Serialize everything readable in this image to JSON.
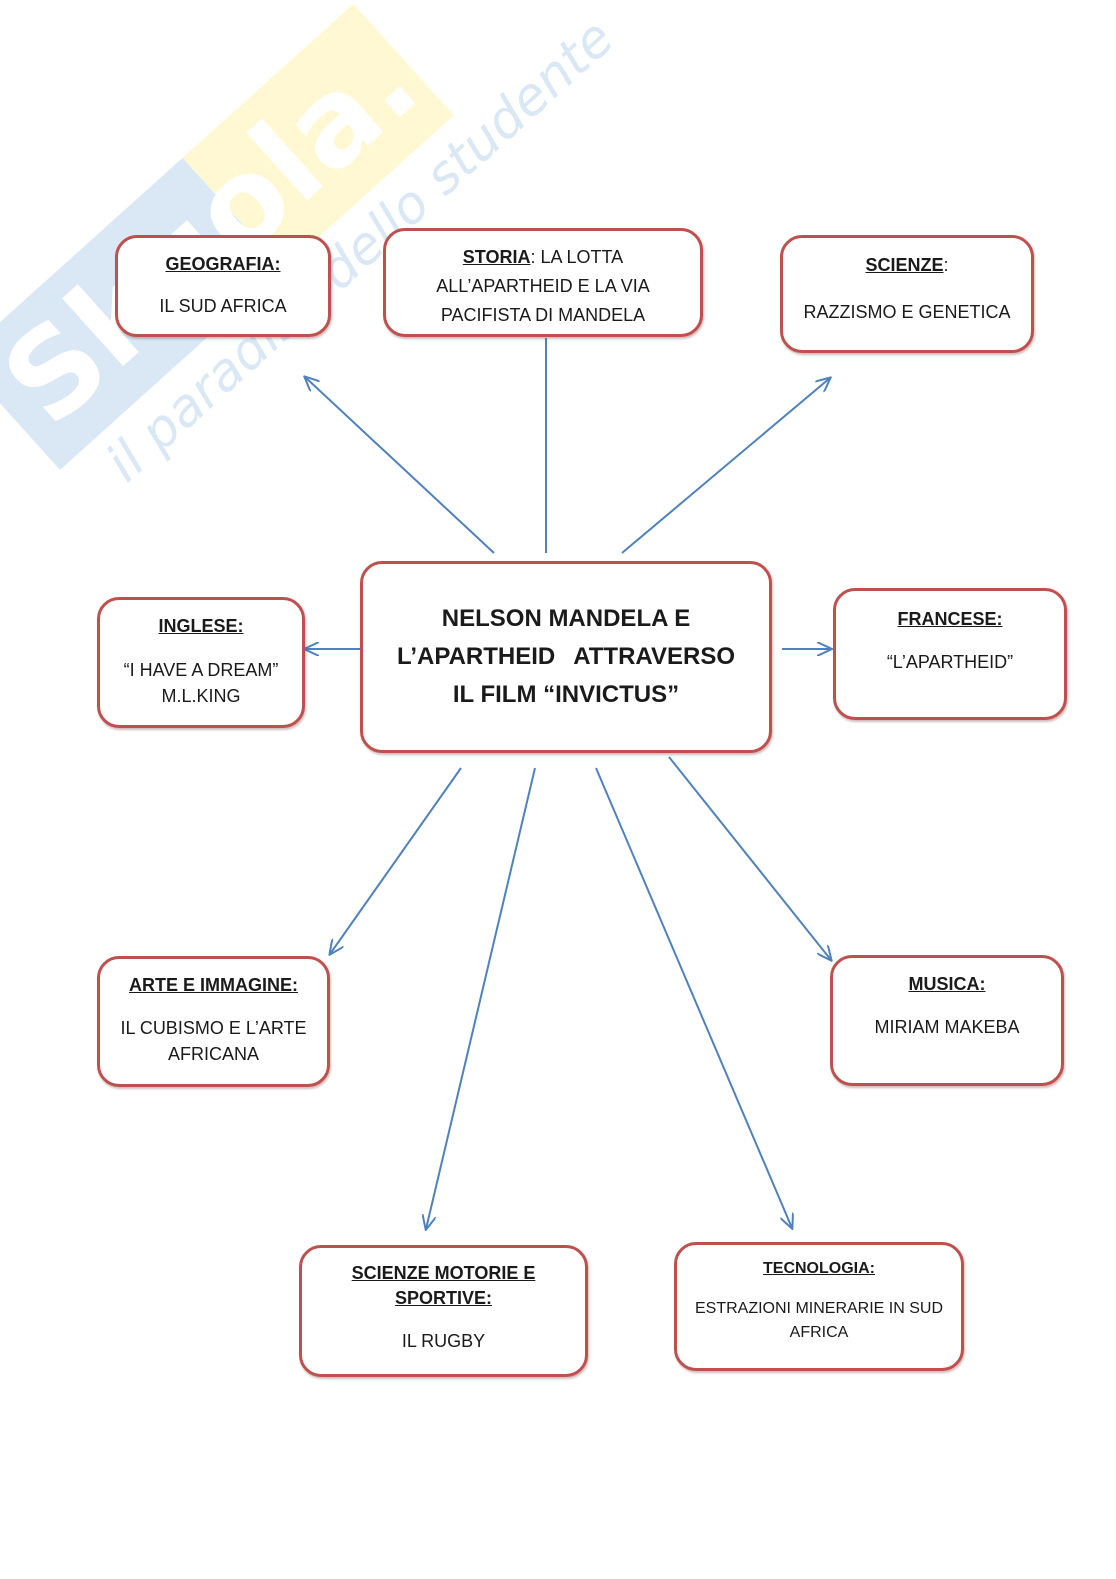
{
  "watermark": {
    "brand": "Skuola.net",
    "tagline": "il paradiso dello studente"
  },
  "colors": {
    "box_border": "#c0504d",
    "arrow": "#4f81bd",
    "watermark_blue": "#bdd7ee",
    "watermark_yellow": "#fff3b0"
  },
  "center": {
    "line1": "NELSON MANDELA E",
    "line2_left": "L’APARTHEID",
    "line2_right": "ATTRAVERSO",
    "line3": "IL FILM “INVICTUS”"
  },
  "nodes": {
    "geografia": {
      "heading": "GEOGRAFIA:",
      "text": "IL SUD AFRICA"
    },
    "storia": {
      "heading": "STORIA",
      "heading_suffix": ": LA LOTTA",
      "line2": "ALL’APARTHEID E LA VIA",
      "line3": "PACIFISTA DI MANDELA"
    },
    "scienze": {
      "heading": "SCIENZE",
      "heading_suffix": ":",
      "text": "RAZZISMO E GENETICA"
    },
    "inglese": {
      "heading": "INGLESE:",
      "line1": "“I HAVE A DREAM”",
      "line2": "M.L.KING"
    },
    "francese": {
      "heading": "FRANCESE:",
      "text": "“L’APARTHEID”"
    },
    "arte": {
      "heading": "ARTE E IMMAGINE:",
      "line1": "IL CUBISMO E L’ARTE",
      "line2": "AFRICANA"
    },
    "musica": {
      "heading": "MUSICA:",
      "text": "MIRIAM MAKEBA"
    },
    "scienze_motorie": {
      "heading_line1": "SCIENZE MOTORIE E",
      "heading_line2": "SPORTIVE:",
      "text": "IL RUGBY"
    },
    "tecnologia": {
      "heading": "TECNOLOGIA:",
      "line1": "ESTRAZIONI MINERARIE IN SUD",
      "line2": "AFRICA"
    }
  }
}
